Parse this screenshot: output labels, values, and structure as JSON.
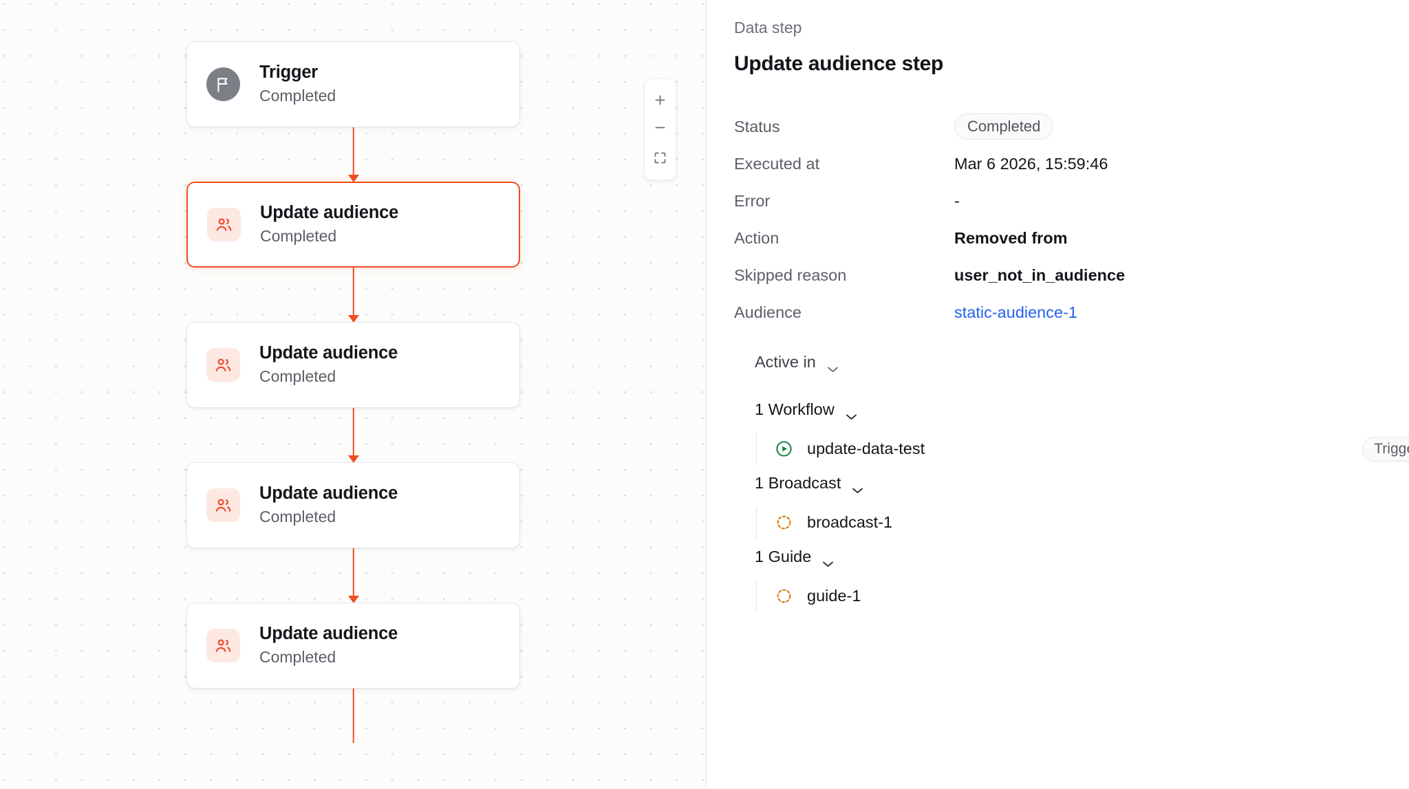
{
  "canvas": {
    "zoom_controls": {
      "zoom_in_label": "+",
      "zoom_out_label": "−",
      "fit_label": "fit-to-view"
    },
    "nodes": [
      {
        "title": "Trigger",
        "status": "Completed",
        "icon": "flag-icon",
        "kind": "trigger",
        "selected": false
      },
      {
        "title": "Update audience",
        "status": "Completed",
        "icon": "users-icon",
        "kind": "audience",
        "selected": true
      },
      {
        "title": "Update audience",
        "status": "Completed",
        "icon": "users-icon",
        "kind": "audience",
        "selected": false
      },
      {
        "title": "Update audience",
        "status": "Completed",
        "icon": "users-icon",
        "kind": "audience",
        "selected": false
      },
      {
        "title": "Update audience",
        "status": "Completed",
        "icon": "users-icon",
        "kind": "audience",
        "selected": false
      }
    ],
    "connector_color": "#f04d23"
  },
  "panel": {
    "eyebrow": "Data step",
    "title": "Update audience step",
    "details": [
      {
        "label": "Status",
        "value": "Completed",
        "type": "pill"
      },
      {
        "label": "Executed at",
        "value": "Mar 6 2026, 15:59:46",
        "type": "text"
      },
      {
        "label": "Error",
        "value": "-",
        "type": "text"
      },
      {
        "label": "Action",
        "value": "Removed from",
        "type": "bold"
      },
      {
        "label": "Skipped reason",
        "value": "user_not_in_audience",
        "type": "bold"
      },
      {
        "label": "Audience",
        "value": "static-audience-1",
        "type": "link"
      }
    ],
    "active_in": {
      "label": "Active in",
      "groups": [
        {
          "label": "1 Workflow",
          "items": [
            {
              "name": "update-data-test",
              "icon": "play-circle-icon",
              "badge": "Trigger"
            }
          ]
        },
        {
          "label": "1 Broadcast",
          "items": [
            {
              "name": "broadcast-1",
              "icon": "dashed-circle-icon",
              "badge": ""
            }
          ]
        },
        {
          "label": "1 Guide",
          "items": [
            {
              "name": "guide-1",
              "icon": "dashed-circle-icon",
              "badge": ""
            }
          ]
        }
      ]
    }
  },
  "colors": {
    "accent": "#f04d23",
    "link": "#2563eb",
    "workflow_icon": "#17824a",
    "dashed_icon": "#d97706",
    "trigger_icon_bg": "#7b8087",
    "audience_icon_bg": "#fde8e2"
  }
}
